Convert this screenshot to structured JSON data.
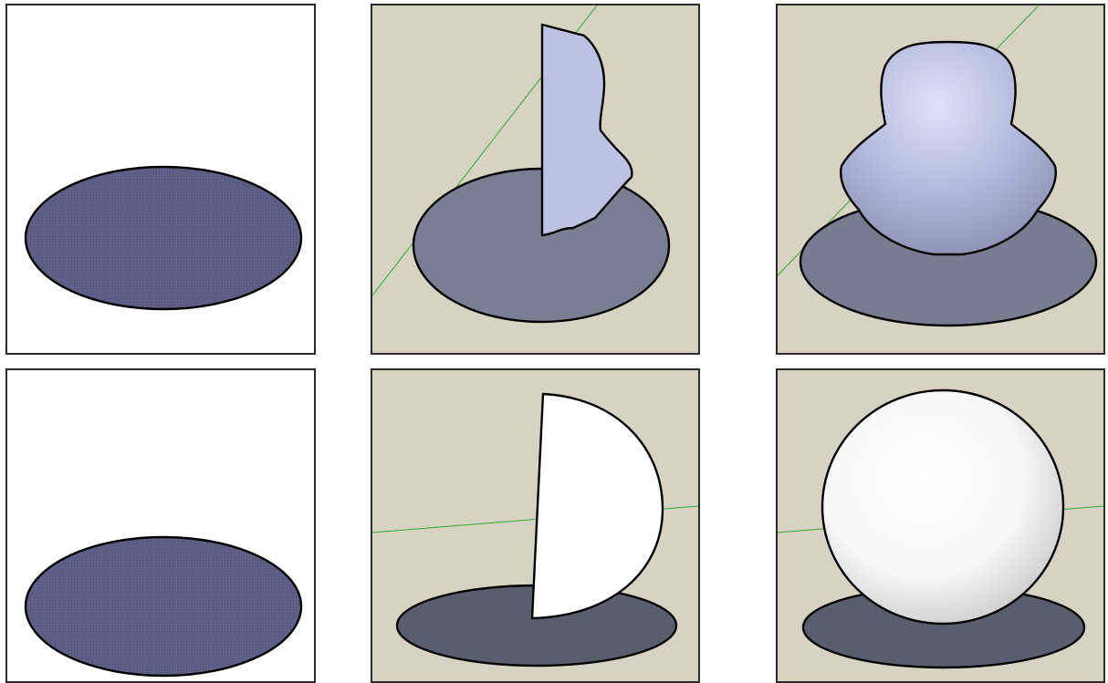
{
  "colors": {
    "panel_border": "#2b2b2b",
    "workspace_background": "#d6d3c2",
    "plain_background": "#ffffff",
    "base_disk_flat": "#5f6088",
    "base_disk_shaded_top": "#797d92",
    "base_disk_shaded_bottom": "#585b6b",
    "profile_fill_top": "#bdc2e4",
    "profile_fill_bottom": "#ffffff",
    "axis_line": "#2fa82f",
    "outline": "#000000"
  },
  "rows": [
    {
      "name": "vase-sequence",
      "steps": [
        {
          "step": "base-circle",
          "object": "ellipse"
        },
        {
          "step": "profile-on-axis",
          "object": "vase-profile"
        },
        {
          "step": "swept-solid",
          "object": "vase"
        }
      ]
    },
    {
      "name": "sphere-sequence",
      "steps": [
        {
          "step": "base-circle",
          "object": "ellipse"
        },
        {
          "step": "profile-on-axis",
          "object": "semicircle-profile"
        },
        {
          "step": "swept-solid",
          "object": "sphere"
        }
      ]
    }
  ]
}
